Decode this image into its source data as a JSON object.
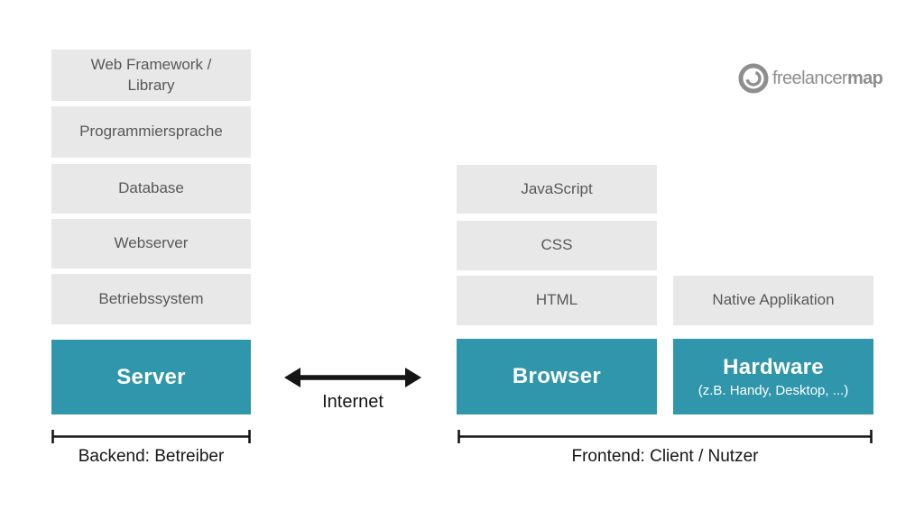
{
  "logo": {
    "brand_regular": "freelancer",
    "brand_bold": "map"
  },
  "colors": {
    "accent_teal": "#2f96ab",
    "layer_box_gray": "#e8e8e8",
    "layer_text_gray": "#58585a",
    "ink_black": "#151515",
    "logo_gray": "#8e8e8e"
  },
  "backend": {
    "layers": [
      {
        "label": "Web Framework /\nLibrary"
      },
      {
        "label": "Programmiersprache"
      },
      {
        "label": "Database"
      },
      {
        "label": "Webserver"
      },
      {
        "label": "Betriebssystem"
      }
    ],
    "base_label": "Server",
    "bracket_label": "Backend: Betreiber"
  },
  "connection": {
    "label": "Internet"
  },
  "frontend": {
    "browser": {
      "layers": [
        {
          "label": "JavaScript"
        },
        {
          "label": "CSS"
        },
        {
          "label": "HTML"
        }
      ],
      "base_label": "Browser"
    },
    "hardware": {
      "layers": [
        {
          "label": "Native Applikation"
        }
      ],
      "base_label": "Hardware",
      "base_sublabel": "(z.B. Handy, Desktop, ...)"
    },
    "bracket_label": "Frontend: Client / Nutzer"
  }
}
